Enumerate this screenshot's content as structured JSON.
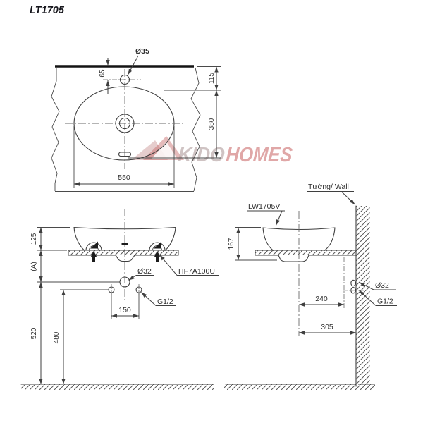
{
  "title": "LT1705",
  "watermark": {
    "text_gray": "KIDO",
    "text_red": "HOMES"
  },
  "colors": {
    "line": "#3f3f3f",
    "thick_line": "#141414",
    "watermark_red": "#cc6e6e",
    "watermark_gray": "#b3a0a0"
  },
  "top_view": {
    "faucet_hole": "Ø35",
    "faucet_offset": "65",
    "rim_offset": "115",
    "depth": "380",
    "width": "550"
  },
  "front_view": {
    "height_above_counter": "125",
    "counter_to_drain": "(A)",
    "drain": "Ø32",
    "bracket": "HF7A100U",
    "supply": "G1/2",
    "supply_spacing": "150",
    "drain_height": "520",
    "supply_height": "480"
  },
  "side_view": {
    "model": "LW1705V",
    "wall": "Tường/ Wall",
    "height": "167",
    "center_to_supply": "240",
    "center_to_wall": "305",
    "drain": "Ø32",
    "supply": "G1/2"
  }
}
